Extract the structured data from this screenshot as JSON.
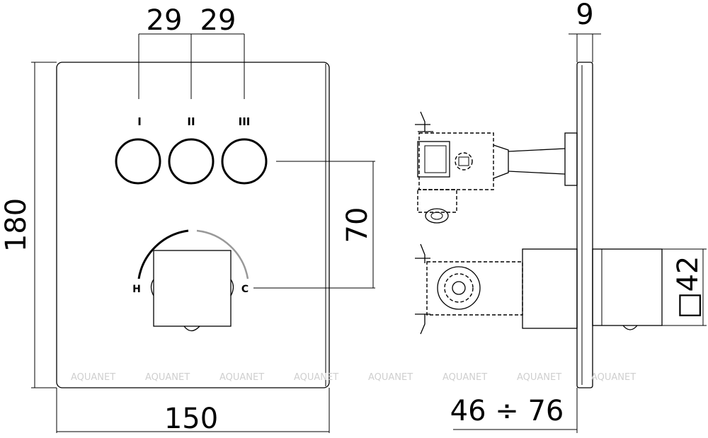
{
  "dimensions": {
    "spacing_left": "29",
    "spacing_right": "29",
    "cover_thickness": "9",
    "height": "180",
    "vertical_offset": "70",
    "width": "150",
    "install_depth": "46 ÷ 76",
    "handle_size": "□42"
  },
  "outlet_labels": [
    "I",
    "II",
    "III"
  ],
  "temperature_labels": {
    "hot": "H",
    "cold": "C"
  },
  "watermark": "AQUANET"
}
